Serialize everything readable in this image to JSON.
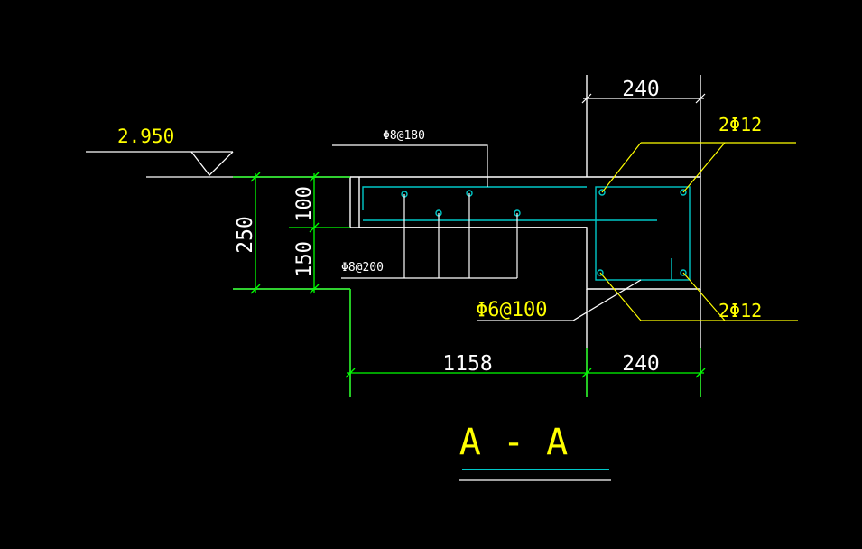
{
  "drawing": {
    "elevation": "2.950",
    "dim_250": "250",
    "dim_100": "100",
    "dim_150": "150",
    "dim_1158": "1158",
    "dim_240_top": "240",
    "dim_240_bottom": "240",
    "rebar_top_slab": "Φ8@180",
    "rebar_hanging": "Φ8@200",
    "stirrup": "Φ6@100",
    "beam_top_bars": "2Φ12",
    "beam_bottom_bars": "2Φ12",
    "section_title": "A - A"
  },
  "colors": {
    "background": "#000000",
    "dimension": "#00ff00",
    "concrete": "#ffffff",
    "rebar": "#00c8c8",
    "annotation": "#ffff00"
  }
}
